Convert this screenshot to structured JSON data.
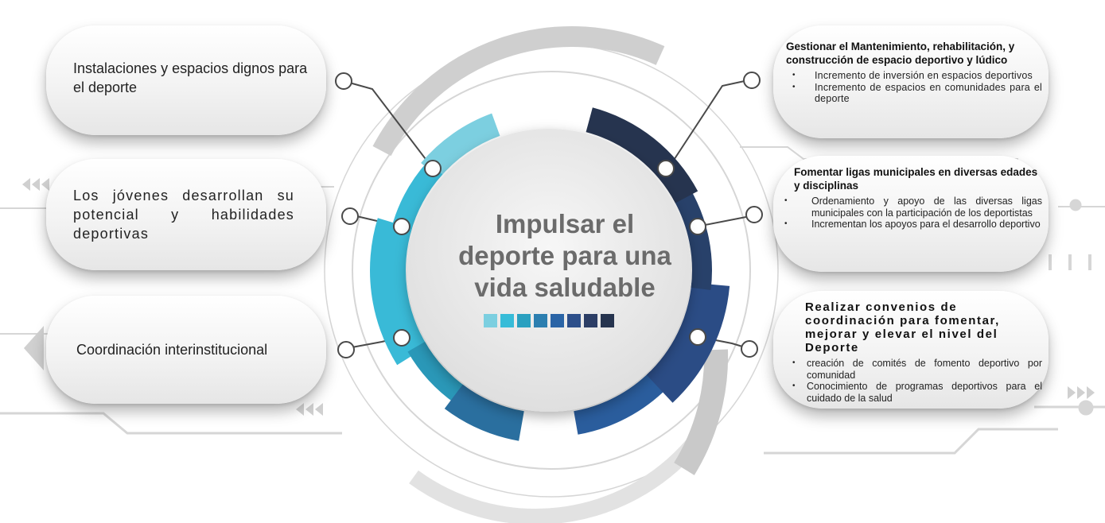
{
  "center": {
    "title": "Impulsar el deporte para una vida saludable",
    "swatch_colors": [
      "#7ccfe0",
      "#37bcd8",
      "#2aa0c0",
      "#2c7fb0",
      "#2a64a6",
      "#2d4f8a",
      "#2c3e66",
      "#26344f"
    ]
  },
  "ring_colors": [
    "#7ccfe0",
    "#39bad7",
    "#2a98b8",
    "#2a6f9f",
    "#2a5d9d",
    "#2b4c85",
    "#28416a",
    "#26344f"
  ],
  "left_items": [
    {
      "text": "Instalaciones y espacios dignos para el deporte"
    },
    {
      "text": "Los jóvenes desarrollan su potencial y habilidades deportivas"
    },
    {
      "text": "Coordinación interinstitucional"
    }
  ],
  "right_items": [
    {
      "title": "Gestionar el Mantenimiento, rehabilitación, y construcción de espacio deportivo y lúdico",
      "bullets": [
        "Incremento de inversión en espacios deportivos",
        "Incremento de espacios en comunidades para el deporte"
      ]
    },
    {
      "title": "Fomentar ligas municipales en diversas edades y disciplinas",
      "bullets": [
        "Ordenamiento y apoyo de las diversas ligas municipales con la participación de los deportistas",
        "Incrementan los apoyos para el desarrollo deportivo"
      ]
    },
    {
      "title": "Realizar convenios de coordinación para fomentar, mejorar y elevar el nivel del Deporte",
      "bullets": [
        "creación de comités de fomento deportivo por comunidad",
        "Conocimiento de programas deportivos para el cuidado de la salud"
      ]
    }
  ]
}
